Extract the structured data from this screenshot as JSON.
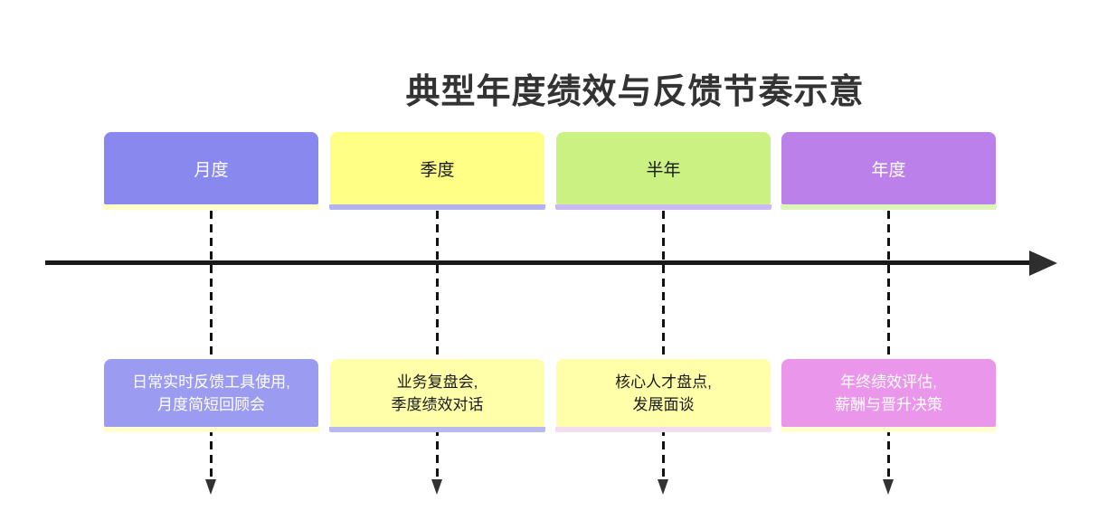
{
  "title": "典型年度绩效与反馈节奏示意",
  "colors": {
    "background": "#ffffff",
    "title_text": "#333333",
    "timeline_arrow": "#1a1a1a",
    "dashed_connector": "#111111",
    "connector_arrowhead": "#333333"
  },
  "columns": [
    {
      "id": "monthly",
      "period_label": "月度",
      "period_fill": "#8888ee",
      "period_text_color": "#ffffff",
      "period_shadow": "#ffffc8",
      "detail_line1": "日常实时反馈工具使用,",
      "detail_line2": "月度简短回顾会",
      "detail_fill": "#9b9bf1",
      "detail_text_color": "#ffffff",
      "detail_shadow": "#ffffd0"
    },
    {
      "id": "quarterly",
      "period_label": "季度",
      "period_fill": "#ffff85",
      "period_text_color": "#1a1a1a",
      "period_shadow": "#b3b3f0",
      "detail_line1": "业务复盘会,",
      "detail_line2": "季度绩效对话",
      "detail_fill": "#ffffaa",
      "detail_text_color": "#1a1a1a",
      "detail_shadow": "#b9b9f2"
    },
    {
      "id": "half-year",
      "period_label": "半年",
      "period_fill": "#ccf183",
      "period_text_color": "#1a1a1a",
      "period_shadow": "#cdb9f2",
      "detail_line1": "核心人才盘点,",
      "detail_line2": "发展面谈",
      "detail_fill": "#ffffaa",
      "detail_text_color": "#1a1a1a",
      "detail_shadow": "#f2dcf2"
    },
    {
      "id": "annual",
      "period_label": "年度",
      "period_fill": "#bb80ea",
      "period_text_color": "#ffffff",
      "period_shadow": "#dcf5b8",
      "detail_line1": "年终绩效评估,",
      "detail_line2": "薪酬与晋升决策",
      "detail_fill": "#ea96ea",
      "detail_text_color": "#ffffff",
      "detail_shadow": "#ffffd0"
    }
  ]
}
